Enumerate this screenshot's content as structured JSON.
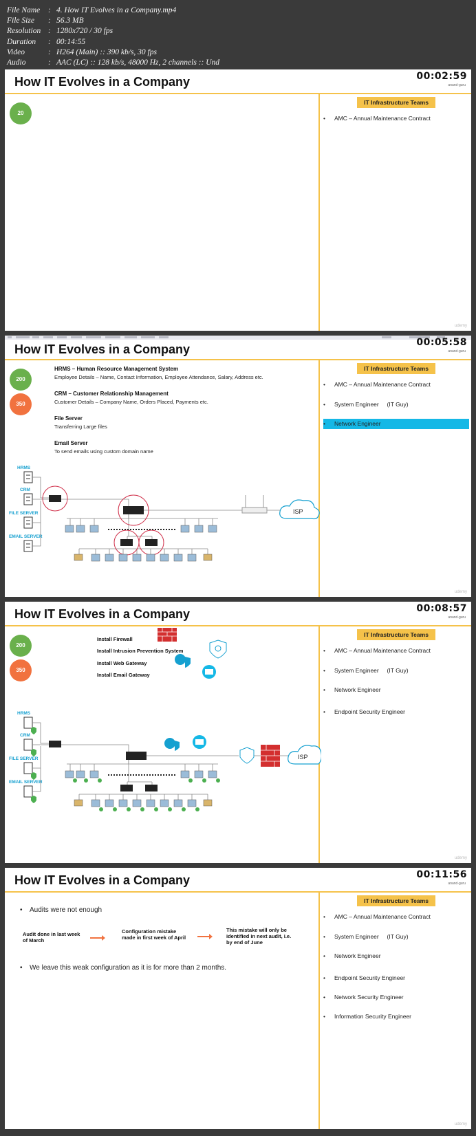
{
  "file_info": [
    {
      "key": "File Name",
      "value": "4. How IT Evolves in a Company.mp4"
    },
    {
      "key": "File Size",
      "value": "56.3 MB"
    },
    {
      "key": "Resolution",
      "value": "1280x720 / 30 fps"
    },
    {
      "key": "Duration",
      "value": "00:14:55"
    },
    {
      "key": "Video",
      "value": "H264 (Main) :: 390 kb/s, 30 fps"
    },
    {
      "key": "Audio",
      "value": "AAC (LC) :: 128 kb/s, 48000 Hz, 2 channels :: Und"
    }
  ],
  "slide_title": "How IT Evolves in a Company",
  "team_header": "IT Infrastructure Teams",
  "brand_sub": "anand-guru",
  "watermark": "udemy",
  "frames": [
    {
      "timestamp": "00:02:59",
      "counts": [
        "20"
      ],
      "teams": [
        "AMC – Annual Maintenance Contract"
      ]
    },
    {
      "timestamp": "00:05:58",
      "counts": [
        "200",
        "350"
      ],
      "teams": [
        "AMC – Annual Maintenance Contract",
        "System Engineer     (IT Guy)",
        "Network Engineer"
      ],
      "highlighted_team": "Network Engineer",
      "systems": [
        {
          "title": "HRMS – Human Resource Management System",
          "desc": "Employee Details – Name, Contact Information, Employee Attendance, Salary, Address etc."
        },
        {
          "title": "CRM – Customer Relationship Management",
          "desc": "Customer Details – Company Name, Orders Placed,  Payments etc."
        },
        {
          "title": "File Server",
          "desc": "Transferring Large files"
        },
        {
          "title": "Email Server",
          "desc": "To send emails using custom domain name"
        }
      ],
      "server_labels": [
        "HRMS",
        "CRM",
        "FILE SERVER",
        "EMAIL SERVER"
      ],
      "isp_label": "ISP"
    },
    {
      "timestamp": "00:08:57",
      "counts": [
        "200",
        "350"
      ],
      "teams": [
        "AMC – Annual Maintenance Contract",
        "System Engineer     (IT Guy)",
        "Network Engineer",
        "Endpoint Security Engineer"
      ],
      "security": [
        "Install Firewall",
        "Install Intrusion Prevention System",
        "Install Web Gateway",
        "Install Email Gateway"
      ],
      "server_labels": [
        "HRMS",
        "CRM",
        "FILE SERVER",
        "EMAIL SERVER"
      ],
      "isp_label": "ISP"
    },
    {
      "timestamp": "00:11:56",
      "teams": [
        "AMC – Annual Maintenance Contract",
        "System Engineer     (IT Guy)",
        "Network Engineer",
        "Endpoint Security Engineer",
        "Network Security Engineer",
        "Information Security Engineer"
      ],
      "bullets": [
        "Audits were not enough",
        "We leave this weak configuration as it is for more than 2 months."
      ],
      "audit_steps": [
        "Audit done in last week of March",
        "Configuration mistake made in first week of April",
        "This mistake will only be identified in next audit, i.e. by end of June"
      ]
    }
  ],
  "colors": {
    "accent_yellow": "#f5c24a",
    "green": "#6ab04c",
    "orange": "#f1723f",
    "highlight": "#15b8e6",
    "server_label": "#15a0d0",
    "firewall": "#d32f2f"
  }
}
